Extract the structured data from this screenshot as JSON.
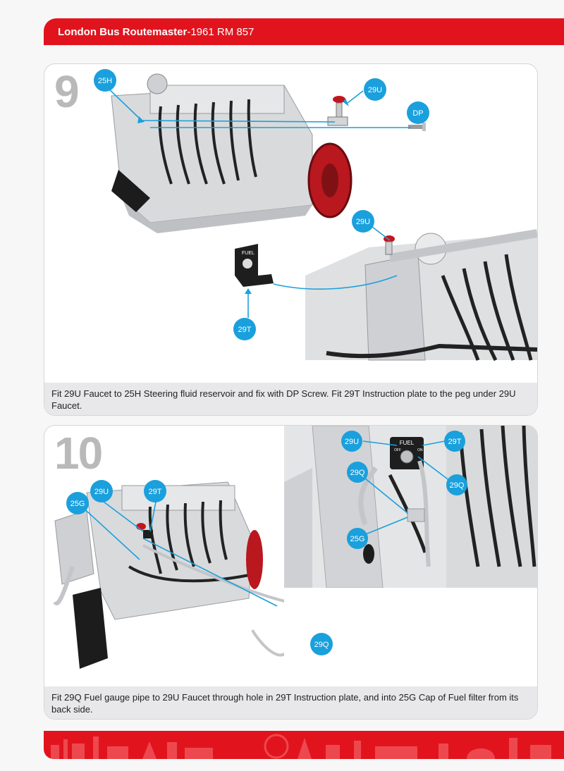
{
  "header": {
    "title_bold": "London Bus Routemaster",
    "title_rest": "-1961 RM 857"
  },
  "step9": {
    "number": "9",
    "callouts": {
      "c25H": "25H",
      "c29U_top": "29U",
      "cDP": "DP",
      "c29U_mid": "29U",
      "c29T": "29T"
    },
    "plate_text": "FUEL",
    "caption": "Fit 29U Faucet to 25H Steering fluid reservoir and fix with DP Screw. Fit 29T Instruction plate to the peg under 29U Faucet."
  },
  "step10": {
    "number": "10",
    "callouts": {
      "c29U": "29U",
      "c29T": "29T",
      "c25G": "25G",
      "c29Q": "29Q"
    },
    "inset_callouts": {
      "c29U": "29U",
      "c29T": "29T",
      "c29Q_a": "29Q",
      "c29Q_b": "29Q",
      "c25G": "25G"
    },
    "plate_text": "FUEL",
    "plate_off": "OFF",
    "plate_on": "ON",
    "caption": "Fit 29Q Fuel gauge pipe to 29U Faucet through hole in 29T Instruction plate, and into 25G Cap of Fuel filter from its back side."
  },
  "colors": {
    "brand_red": "#e1141e",
    "callout_blue": "#1aa0dc",
    "panel_caption_bg": "#e8e8ea"
  }
}
